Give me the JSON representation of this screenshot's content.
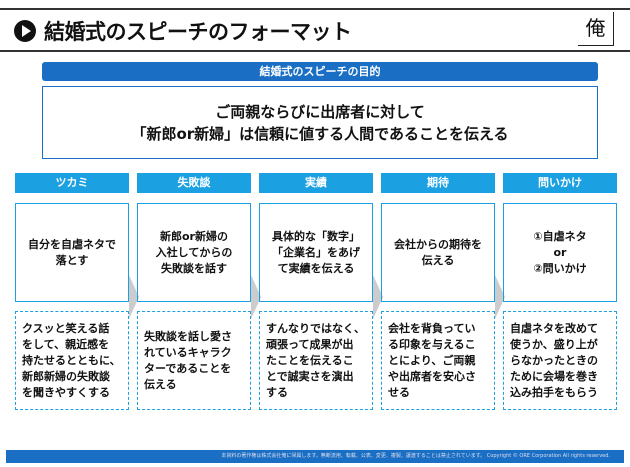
{
  "header": {
    "title": "結婚式のスピーチのフォーマット",
    "logo_text": "俺"
  },
  "purpose": {
    "label": "結婚式のスピーチの目的",
    "text": "ご両親ならびに出席者に対して\n「新郎or新婦」は信頼に値する人間であることを伝える"
  },
  "columns": [
    {
      "head": "ツカミ",
      "main": "自分を自虐ネタで\n落とす",
      "desc": "クスッと笑える話\nをして、親近感を\n持たせるとともに、\n新郎新婦の失敗談\nを聞きやすくする"
    },
    {
      "head": "失敗談",
      "main": "新郎or新婦の\n入社してからの\n失敗談を話す",
      "desc": "失敗談を話し愛さ\nれているキャラク\nターであることを\n伝える"
    },
    {
      "head": "実績",
      "main": "具体的な「数字」\n「企業名」をあげ\nて実績を伝える",
      "desc": "すんなりではなく、\n頑張って成果が出\nたことを伝えるこ\nとで誠実さを演出\nする"
    },
    {
      "head": "期待",
      "main": "会社からの期待を\n伝える",
      "desc": "会社を背負ってい\nる印象を与えるこ\nとにより、ご両親\nや出席者を安心さ\nせる"
    },
    {
      "head": "問いかけ",
      "main": "①自虐ネタ\nor\n②問いかけ",
      "desc": "自虐ネタを改めて\n使うか、盛り上が\nらなかったときの\nために会場を巻き\n込み拍手をもらう"
    }
  ],
  "footer": {
    "text": "本資料の著作権は株式会社俺に帰属します。無断流用、転載、公表、変更、複製、譲渡することは禁止されています。   Copyright © ORE Corporation All rights reserved."
  },
  "colors": {
    "primary": "#1a6fc4",
    "accent": "#1ba1e2"
  }
}
